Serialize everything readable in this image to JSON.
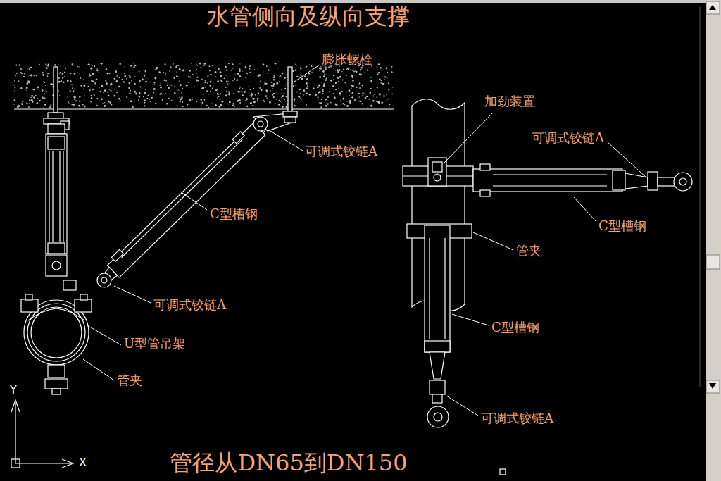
{
  "diagram": {
    "title": "水管侧向及纵向支撑",
    "caption": "管径从DN65到DN150",
    "labels": [
      "膨胀螺栓",
      "加劲装置",
      "可调式铰链A",
      "可调式铰链A",
      "C型槽钢",
      "C型槽钢",
      "管夹",
      "可调式铰链A",
      "C型槽钢",
      "U型管吊架",
      "管夹",
      "可调式铰链A",
      "Y",
      "X"
    ]
  }
}
